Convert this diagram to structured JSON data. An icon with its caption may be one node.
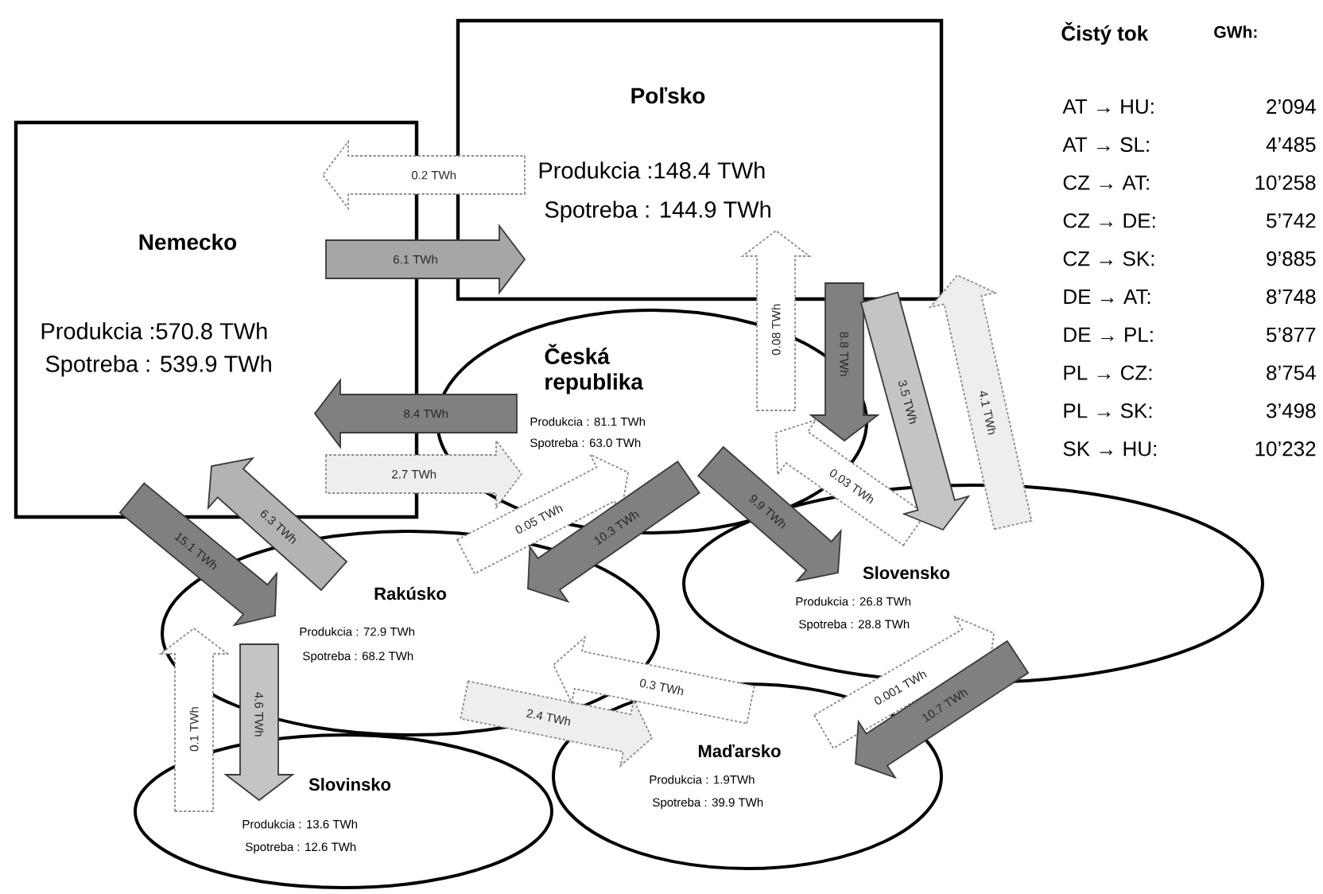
{
  "diagram": {
    "nodes": [
      {
        "text": [
          "Nemecko",
          "Produkcia :570.8 TWh",
          "Spotreba : 539.9 TWh"
        ]
      },
      {
        "text": [
          "Poľsko",
          "Produkcia :148.4 TWh",
          "Spotreba : 144.9 TWh"
        ]
      },
      {
        "text": [
          "Česká republika",
          "Produkcia : 81.1 TWh",
          "Spotreba : 63.0 TWh"
        ]
      },
      {
        "text": [
          "Rakúsko",
          "Produkcia : 72.9 TWh",
          "Spotreba : 68.2 TWh"
        ]
      },
      {
        "text": [
          "Slovensko",
          "Produkcia : 26.8 TWh",
          "Spotreba : 28.8 TWh"
        ]
      },
      {
        "text": [
          "Maďarsko",
          "Produkcia : 1.9TWh",
          "Spotreba : 39.9 TWh"
        ]
      },
      {
        "text": [
          "Slovinsko",
          "Produkcia : 13.6 TWh",
          "Spotreba : 12.6 TWh"
        ]
      }
    ],
    "edges": [
      {
        "from": 1,
        "to": 0,
        "arrow": "to",
        "label": "0.2 TWh",
        "style": "dashed",
        "color": "#ffffff"
      },
      {
        "from": 0,
        "to": 1,
        "arrow": "to",
        "label": "6.1 TWh",
        "color": "#a6a6a6"
      },
      {
        "from": 2,
        "to": 0,
        "arrow": "to",
        "label": "8.4 TWh",
        "color": "#808080"
      },
      {
        "from": 0,
        "to": 2,
        "arrow": "to",
        "label": "2.7 TWh",
        "style": "dashed",
        "color": "#eeeeee"
      },
      {
        "from": 0,
        "to": 3,
        "arrow": "to",
        "label": "15.1 TWh",
        "color": "#808080"
      },
      {
        "from": 3,
        "to": 0,
        "arrow": "to",
        "label": "6.3 TWh",
        "color": "#b3b3b3"
      },
      {
        "from": 3,
        "to": 2,
        "arrow": "to",
        "label": "0.05 TWh",
        "style": "dashed",
        "color": "#ffffff"
      },
      {
        "from": 2,
        "to": 3,
        "arrow": "to",
        "label": "10.3 TWh",
        "color": "#808080"
      },
      {
        "from": 2,
        "to": 4,
        "arrow": "to",
        "label": "9.9 TWh",
        "color": "#808080"
      },
      {
        "from": 1,
        "to": 2,
        "arrow": "to",
        "label": "8.8 TWh",
        "color": "#808080"
      },
      {
        "from": 2,
        "to": 1,
        "arrow": "to",
        "label": "0.08 TWh",
        "style": "dashed",
        "color": "#ffffff"
      },
      {
        "from": 4,
        "to": 2,
        "arrow": "to",
        "label": "0.03 TWh",
        "style": "dashed",
        "color": "#ffffff"
      },
      {
        "from": 1,
        "to": 4,
        "arrow": "to",
        "label": "3.5 TWh",
        "color": "#c4c4c4"
      },
      {
        "from": 4,
        "to": 1,
        "arrow": "to",
        "label": "4.1 TWh",
        "style": "dashed",
        "color": "#eeeeee"
      },
      {
        "from": 3,
        "to": 6,
        "arrow": "to",
        "label": "4.6 TWh",
        "color": "#c4c4c4"
      },
      {
        "from": 6,
        "to": 3,
        "arrow": "to",
        "label": "0.1 TWh",
        "style": "dashed",
        "color": "#ffffff"
      },
      {
        "from": 3,
        "to": 5,
        "arrow": "to",
        "label": "2.4 TWh",
        "style": "dashed",
        "color": "#eeeeee"
      },
      {
        "from": 5,
        "to": 3,
        "arrow": "to",
        "label": "0.3 TWh",
        "style": "dashed",
        "color": "#ffffff"
      },
      {
        "from": 5,
        "to": 4,
        "arrow": "to",
        "label": "0.001 TWh",
        "style": "dashed",
        "color": "#ffffff"
      },
      {
        "from": 4,
        "to": 5,
        "arrow": "to",
        "label": "10.7 TWh",
        "color": "#808080"
      }
    ],
    "labels": [
      "Čistý tok",
      "GWh:",
      "AT → HU:",
      "2’094",
      "AT → SL:",
      "4’485",
      "CZ → AT:",
      "10’258",
      "CZ → DE:",
      "5’742",
      "CZ → SK:",
      "9’885",
      "DE → AT:",
      "8’748",
      "DE → PL:",
      "5’877",
      "PL → CZ:",
      "8’754",
      "PL → SK:",
      "3’498",
      "SK → HU:",
      "10’232"
    ]
  }
}
